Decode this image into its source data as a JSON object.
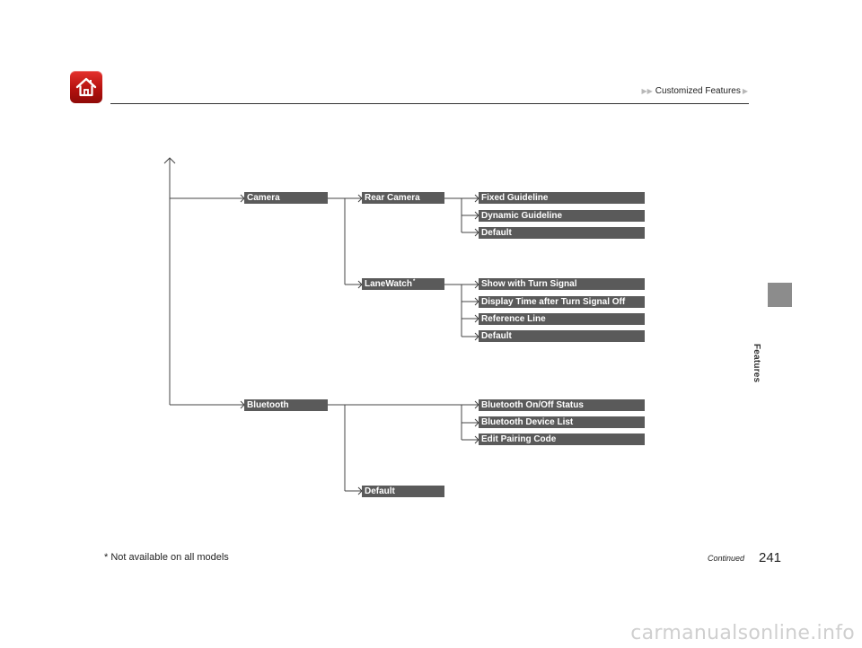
{
  "header": {
    "breadcrumb": "Customized Features"
  },
  "side_tab": {
    "label": "Features"
  },
  "tree": {
    "camera": "Camera",
    "rear_camera": "Rear Camera",
    "fixed_guideline": "Fixed Guideline",
    "dynamic_guideline": "Dynamic Guideline",
    "rear_default": "Default",
    "lanewatch": "LaneWatch",
    "lanewatch_marker": "*",
    "show_with_turn_signal": "Show with Turn Signal",
    "display_time_after": "Display Time after Turn Signal Off",
    "reference_line": "Reference Line",
    "lanewatch_default": "Default",
    "bluetooth": "Bluetooth",
    "bt_status": "Bluetooth On/Off Status",
    "bt_device_list": "Bluetooth Device List",
    "edit_pairing_code": "Edit Pairing Code",
    "bluetooth_default": "Default"
  },
  "footer": {
    "footnote": "* Not available on all models",
    "continued": "Continued",
    "page_number": "241"
  },
  "watermark": "carmanualsonline.info",
  "colors": {
    "node_bg": "#5a5a5a",
    "home_red": "#c8201c",
    "side_block": "#8c8c8c"
  }
}
